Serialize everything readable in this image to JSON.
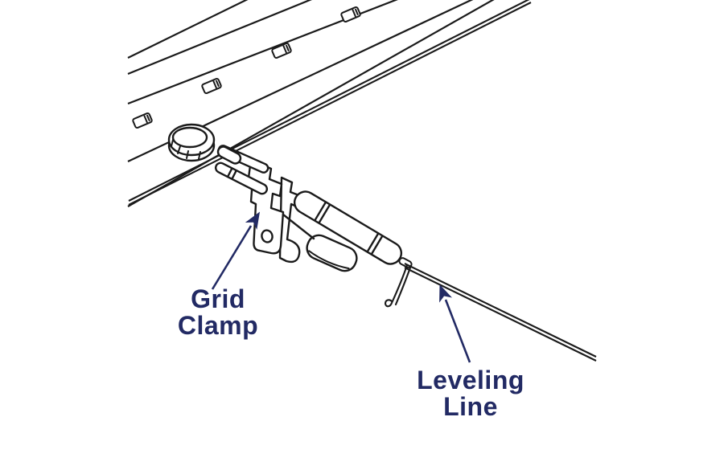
{
  "figure": {
    "title": "Grid clamp with leveling line diagram",
    "background_color": "#ffffff",
    "ink_color": "#1a1a1a",
    "accent_color": "#222a64",
    "labels": {
      "grid_clamp": {
        "line1": "Grid",
        "line2": "Clamp"
      },
      "leveling_line": {
        "line1": "Leveling",
        "line2": "Line"
      }
    },
    "parts": [
      "ceiling-grid-rail",
      "rail-slots",
      "clamp-knob",
      "grid-clamp-body",
      "clamp-lever",
      "leveling-line"
    ]
  }
}
